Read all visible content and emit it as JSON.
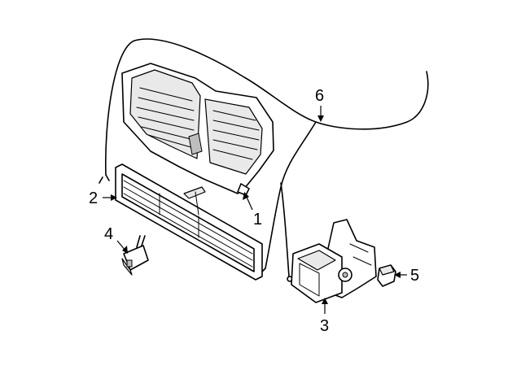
{
  "callouts": [
    {
      "id": "1",
      "label": "1"
    },
    {
      "id": "2",
      "label": "2"
    },
    {
      "id": "3",
      "label": "3"
    },
    {
      "id": "4",
      "label": "4"
    },
    {
      "id": "5",
      "label": "5"
    },
    {
      "id": "6",
      "label": "6"
    }
  ],
  "colors": {
    "line": "#000000",
    "background": "#ffffff",
    "shade": "#e9e9e9"
  }
}
